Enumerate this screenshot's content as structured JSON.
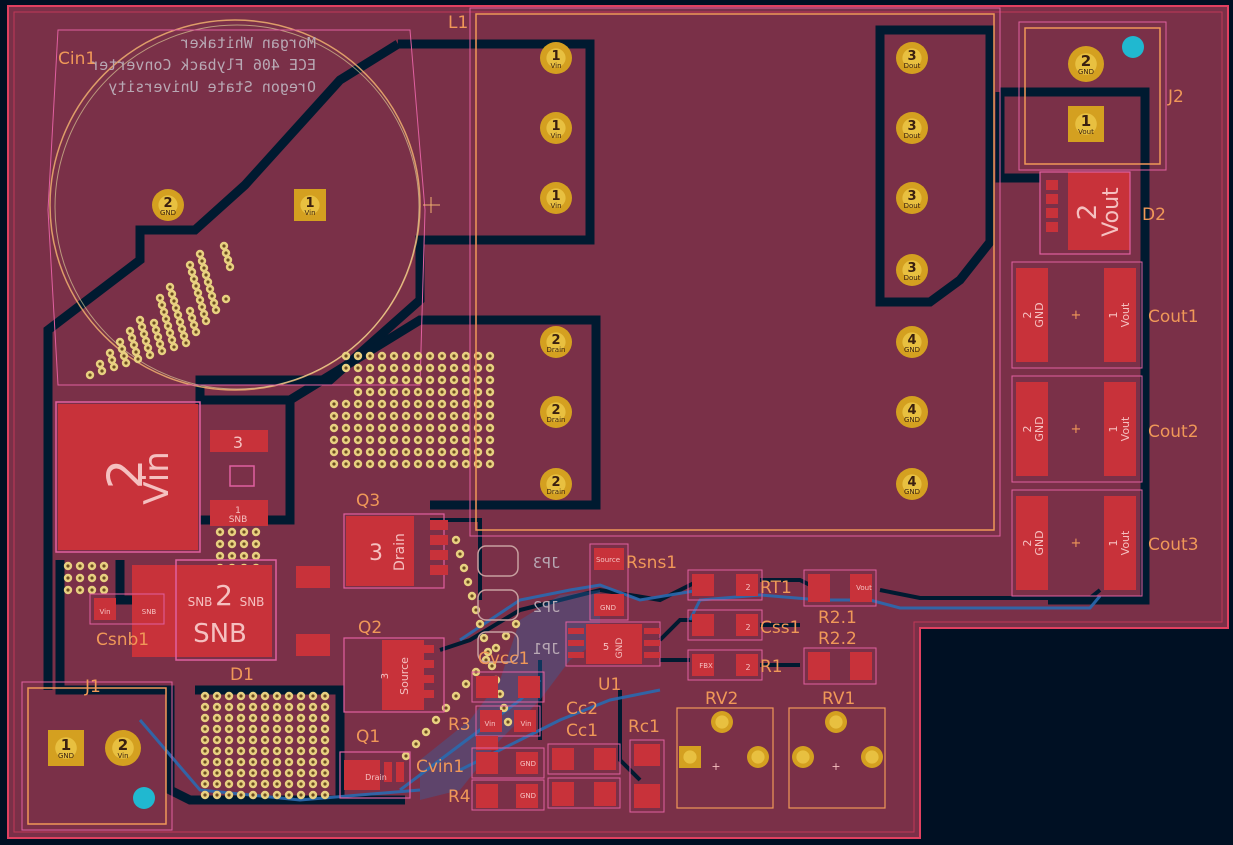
{
  "board": {
    "colors": {
      "background": "#001023",
      "copper_fill": "#8a3a52",
      "board_base": "#7a3048",
      "trace_gap": "#001a30",
      "pad_gold": "#d4a020",
      "pad_ring": "#e8b830",
      "smd_red": "#c8323a",
      "silk_orange": "#f09858",
      "courtyard_pink": "#e060a0",
      "via_fill": "#e8d080",
      "back_copper": "#2a6ab0",
      "marker_cyan": "#20b8d0"
    }
  },
  "author": {
    "line1": "Morgan Whitaker",
    "line2": "ECE 406 Flyback Converter",
    "line3": "Oregon State University"
  },
  "refdes": {
    "cin1": "Cin1",
    "l1": "L1",
    "j2": "J2",
    "d2": "D2",
    "cout1": "Cout1",
    "cout2": "Cout2",
    "cout3": "Cout3",
    "q3": "Q3",
    "q2": "Q2",
    "q1": "Q1",
    "csnb1": "Csnb1",
    "d1": "D1",
    "j1": "J1",
    "rsns1": "Rsns1",
    "rt1": "RT1",
    "css1": "Css1",
    "r1": "R1",
    "r2_1": "R2.1",
    "r2_2": "R2.2",
    "u1": "U1",
    "rv2": "RV2",
    "rv1": "RV1",
    "cvcc1": "Cvcc1",
    "cc2": "Cc2",
    "cc1": "Cc1",
    "rc1": "Rc1",
    "r3": "R3",
    "r4": "R4",
    "cvin1": "Cvin1",
    "jp3": "JP3",
    "jp2": "JP2",
    "jp1": "JP1"
  },
  "pads": {
    "vin": "Vin",
    "gnd": "GND",
    "vout": "Vout",
    "dout": "Dout",
    "drain": "Drain",
    "snb": "SNB",
    "source": "Source",
    "fbx": "FBX",
    "n1": "1",
    "n2": "2",
    "n3": "3",
    "n4": "4",
    "n5": "5",
    "plus": "+"
  }
}
